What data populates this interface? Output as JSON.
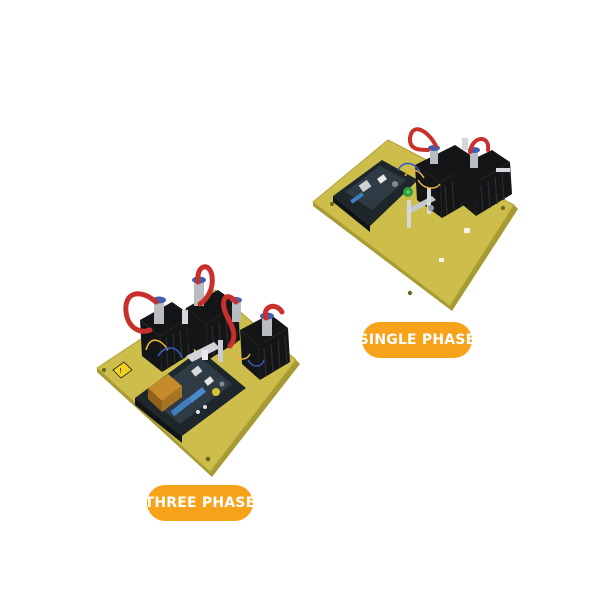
{
  "labels": {
    "single_phase": "SINGLE PHASE",
    "three_phase": "THREE PHASE"
  },
  "colors": {
    "badge_background": "#f7a21b",
    "badge_text": "#ffffff",
    "board_base": "#c9b94a",
    "board_edge": "#a89a33",
    "pcb": "#27323a",
    "heatsink": "#17181a",
    "cable_red": "#c8312b",
    "page_background": "#ffffff"
  },
  "products": [
    {
      "label_key": "single_phase",
      "icon": "single-phase-regulator-board"
    },
    {
      "label_key": "three_phase",
      "icon": "three-phase-regulator-board"
    }
  ]
}
